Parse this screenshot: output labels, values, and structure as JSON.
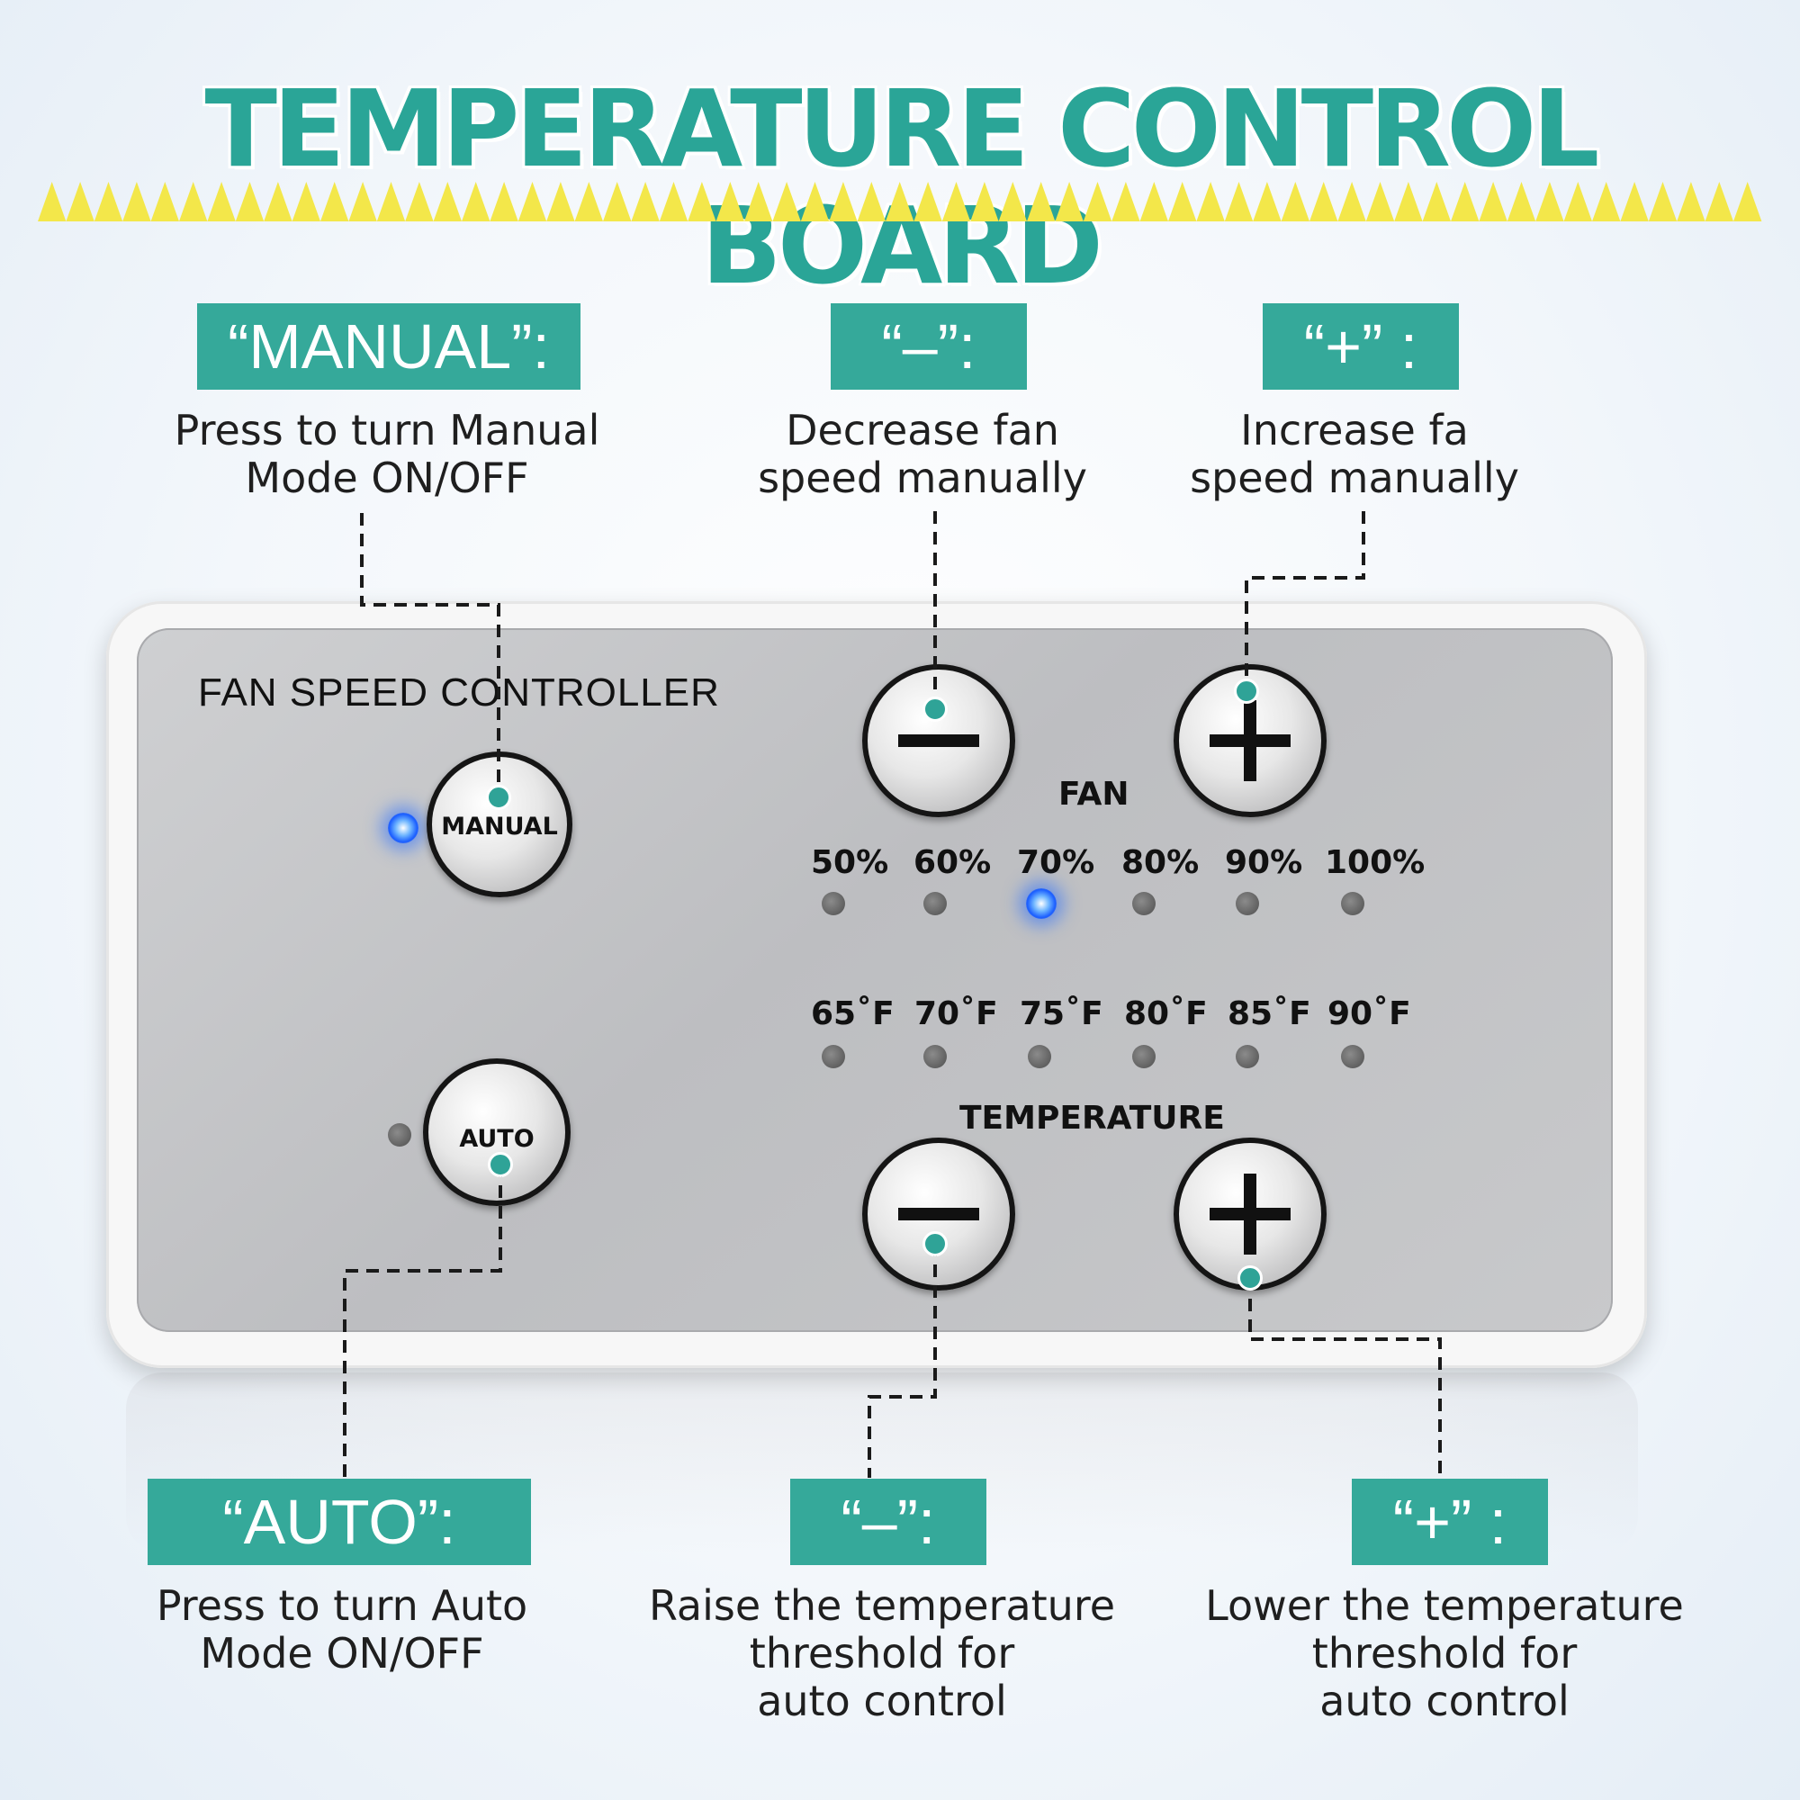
{
  "title": "TEMPERATURE CONTROL BOARD",
  "colors": {
    "accent": "#35a99a",
    "title": "#2aa597",
    "zigzag": "#f3e74a",
    "led": "#1a5dff"
  },
  "callouts": {
    "manual": {
      "tag": "“MANUAL”:",
      "lines": [
        "Press to turn Manual",
        "Mode ON/OFF"
      ]
    },
    "fan_minus": {
      "tag": "“–”:",
      "lines": [
        "Decrease fan",
        "speed manually"
      ]
    },
    "fan_plus": {
      "tag": "“+” :",
      "lines": [
        "Increase fa",
        "speed manually"
      ]
    },
    "auto": {
      "tag": "“AUTO”:",
      "lines": [
        "Press to turn Auto",
        "Mode ON/OFF"
      ]
    },
    "temp_minus": {
      "tag": "“–”:",
      "lines": [
        "Raise the temperature",
        "threshold for",
        "auto control"
      ]
    },
    "temp_plus": {
      "tag": "“+” :",
      "lines": [
        "Lower the temperature",
        "threshold for",
        "auto control"
      ]
    }
  },
  "device": {
    "title": "FAN SPEED CONTROLLER",
    "manual_label": "MANUAL",
    "auto_label": "AUTO",
    "fan_label": "FAN",
    "temperature_label": "TEMPERATURE",
    "fan_speeds": [
      "50%",
      "60%",
      "70%",
      "80%",
      "90%",
      "100%"
    ],
    "temperatures": [
      "65˚F",
      "70˚F",
      "75˚F",
      "80˚F",
      "85˚F",
      "90˚F"
    ],
    "active_fan_speed": "70%",
    "manual_led": "on",
    "auto_led": "off",
    "minus_icon": "minus-icon",
    "plus_icon": "plus-icon"
  }
}
